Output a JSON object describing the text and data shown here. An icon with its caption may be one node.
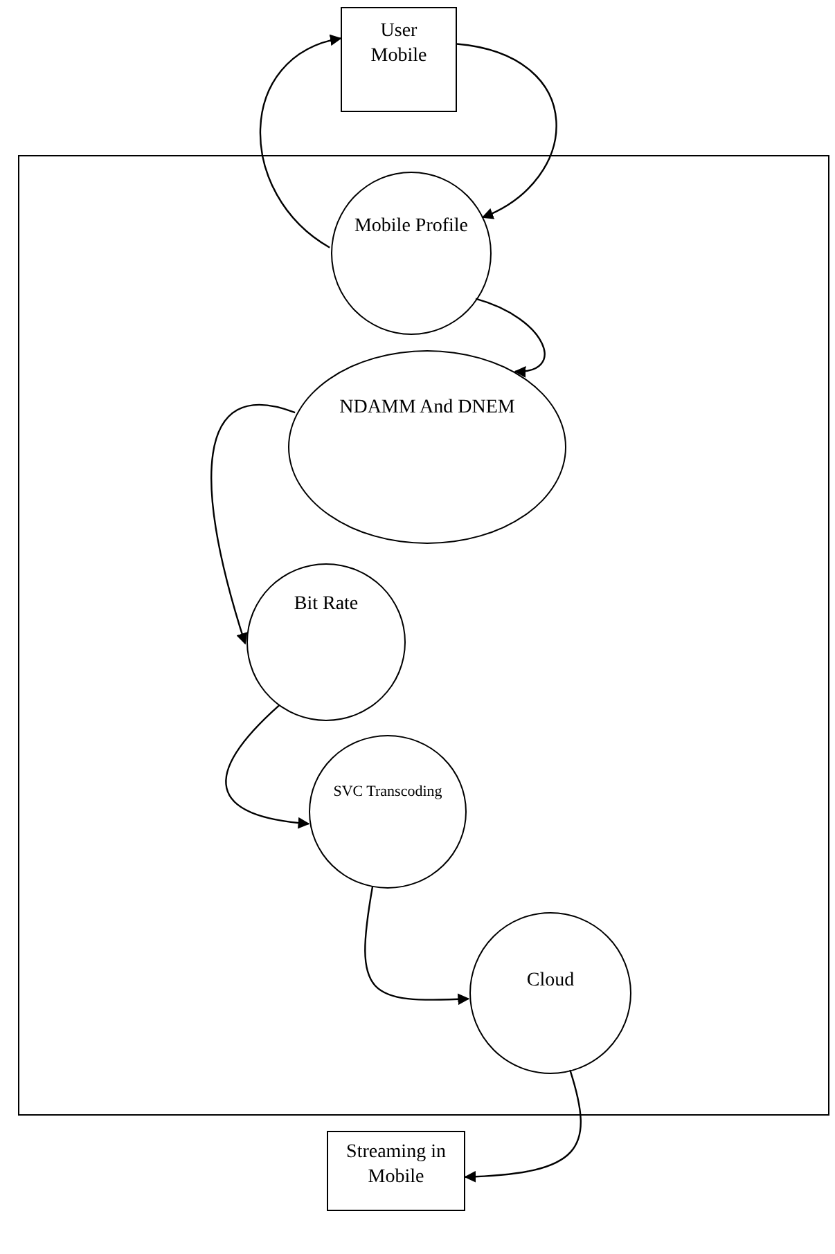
{
  "diagram": {
    "nodes": [
      {
        "text": [
          "User Mobile"
        ]
      },
      {
        "text": [],
        "shape": "box"
      },
      {
        "text": [
          "Mobile Profile"
        ],
        "in": 1
      },
      {
        "text": [
          "NDAMM And DNEM"
        ],
        "in": 1
      },
      {
        "text": [
          "Bit Rate"
        ],
        "in": 1
      },
      {
        "text": [
          "SVC Transcoding"
        ],
        "in": 1
      },
      {
        "text": [
          "Cloud"
        ],
        "in": 1
      },
      {
        "text": [
          "Streaming in Mobile"
        ]
      }
    ],
    "edges": [
      {
        "from": 2,
        "to": 0,
        "arrow": "to"
      },
      {
        "from": 0,
        "to": 2,
        "arrow": "to"
      },
      {
        "from": 2,
        "to": 3,
        "arrow": "to"
      },
      {
        "from": 3,
        "to": 4,
        "arrow": "to"
      },
      {
        "from": 4,
        "to": 5,
        "arrow": "to"
      },
      {
        "from": 5,
        "to": 6,
        "arrow": "to"
      },
      {
        "from": 6,
        "to": 7,
        "arrow": "to"
      }
    ]
  }
}
